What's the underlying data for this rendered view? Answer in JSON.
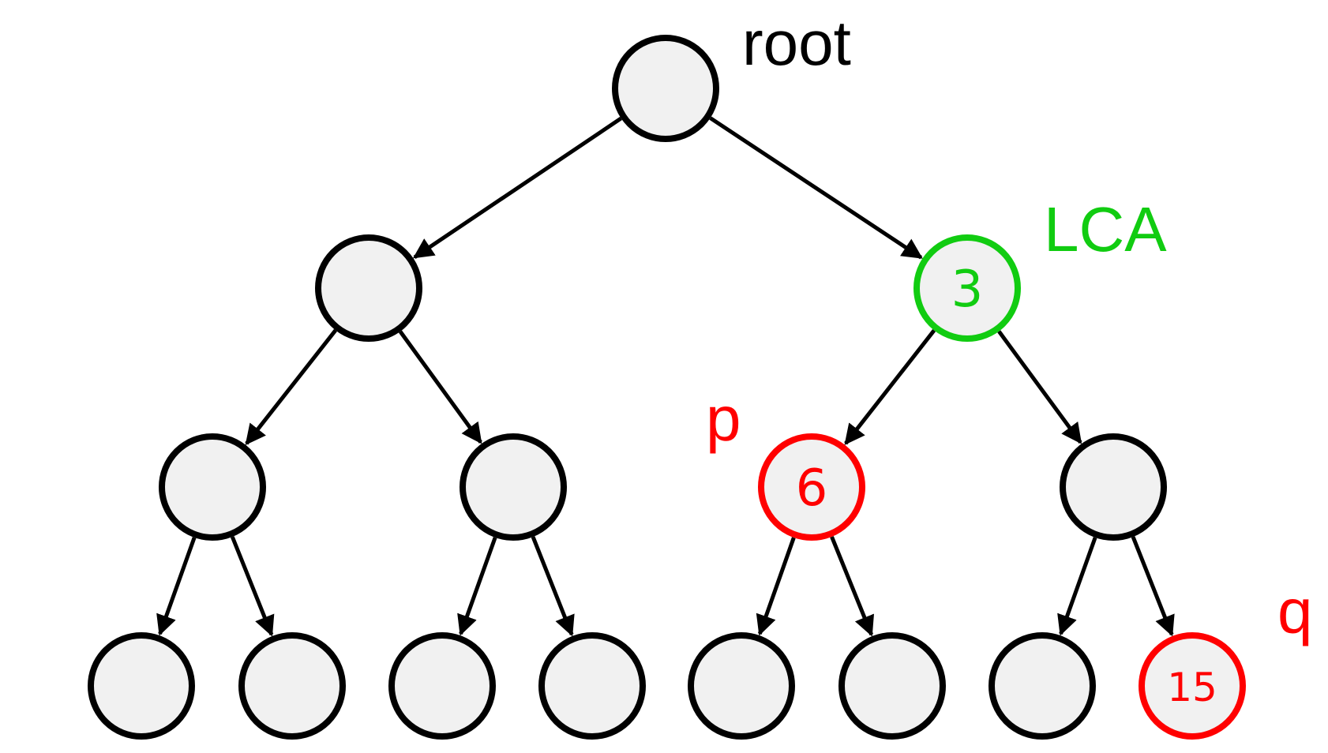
{
  "colors": {
    "default_stroke": "#000000",
    "node_fill": "#f1f1f1",
    "green": "#11cc11",
    "red": "#ff0000"
  },
  "annotations": {
    "root": "root",
    "lca": "LCA",
    "p": "p",
    "q": "q"
  },
  "nodes": [
    {
      "id": "n0",
      "label": ""
    },
    {
      "id": "n1",
      "label": ""
    },
    {
      "id": "n2",
      "label": "3"
    },
    {
      "id": "n3",
      "label": ""
    },
    {
      "id": "n4",
      "label": ""
    },
    {
      "id": "n5",
      "label": "6"
    },
    {
      "id": "n6",
      "label": ""
    },
    {
      "id": "n7",
      "label": ""
    },
    {
      "id": "n8",
      "label": ""
    },
    {
      "id": "n9",
      "label": ""
    },
    {
      "id": "n10",
      "label": ""
    },
    {
      "id": "n11",
      "label": ""
    },
    {
      "id": "n12",
      "label": ""
    },
    {
      "id": "n13",
      "label": ""
    },
    {
      "id": "n14",
      "label": "15"
    }
  ],
  "edges": [
    [
      "n0",
      "n1"
    ],
    [
      "n0",
      "n2"
    ],
    [
      "n1",
      "n3"
    ],
    [
      "n1",
      "n4"
    ],
    [
      "n2",
      "n5"
    ],
    [
      "n2",
      "n6"
    ],
    [
      "n3",
      "n7"
    ],
    [
      "n3",
      "n8"
    ],
    [
      "n4",
      "n9"
    ],
    [
      "n4",
      "n10"
    ],
    [
      "n5",
      "n11"
    ],
    [
      "n5",
      "n12"
    ],
    [
      "n6",
      "n13"
    ],
    [
      "n6",
      "n14"
    ]
  ]
}
